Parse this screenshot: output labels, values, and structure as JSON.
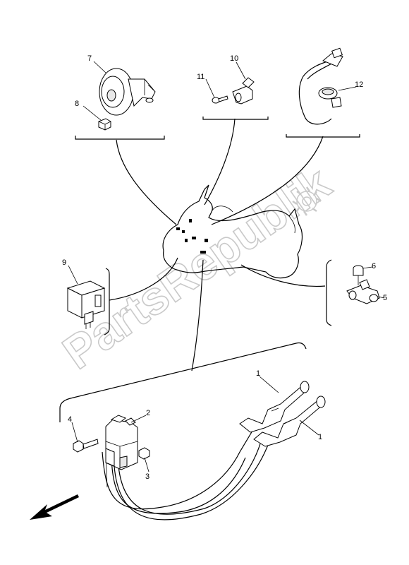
{
  "watermark": "PartsRepublik",
  "callouts": [
    {
      "id": "c7",
      "text": "7"
    },
    {
      "id": "c8",
      "text": "8"
    },
    {
      "id": "c10",
      "text": "10"
    },
    {
      "id": "c11",
      "text": "11"
    },
    {
      "id": "c12",
      "text": "12"
    },
    {
      "id": "c9",
      "text": "9"
    },
    {
      "id": "c6",
      "text": "6"
    },
    {
      "id": "c5",
      "text": "5"
    },
    {
      "id": "c1a",
      "text": "1"
    },
    {
      "id": "c1b",
      "text": "1"
    },
    {
      "id": "c2",
      "text": "2"
    },
    {
      "id": "c4",
      "text": "4"
    },
    {
      "id": "c3",
      "text": "3"
    }
  ],
  "icons": {
    "front_direction": "arrow-front-icon",
    "watermark_gear": "gear-icon"
  }
}
